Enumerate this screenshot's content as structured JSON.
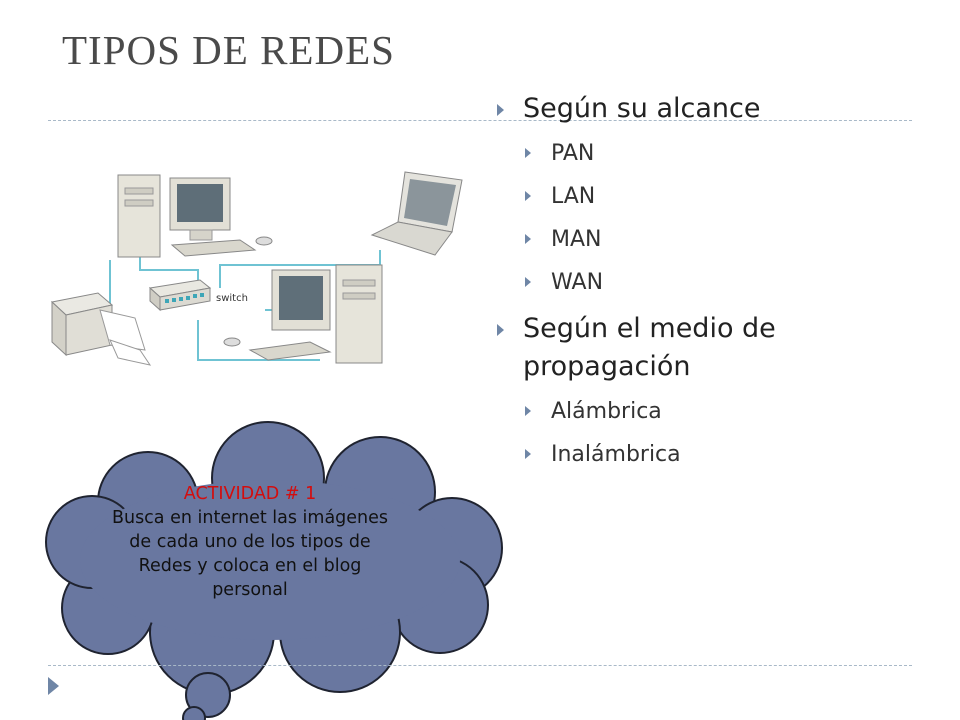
{
  "slide": {
    "title": "TIPOS DE REDES"
  },
  "bullets": [
    {
      "label": "Según su alcance",
      "items": [
        "PAN",
        "LAN",
        "MAN",
        "WAN"
      ]
    },
    {
      "label": "Según el medio de propagación",
      "items": [
        "Alámbrica",
        "Inalámbrica"
      ]
    }
  ],
  "network_diagram": {
    "switch_label": "switch"
  },
  "callout": {
    "heading": "ACTIVIDAD # 1",
    "body": "Busca en internet las imágenes de cada uno de los tipos de Redes y coloca en el blog personal"
  },
  "colors": {
    "accent": "#6f86a6",
    "cloud_fill": "#6977a0",
    "activity_heading": "#d40d0d",
    "network_cable": "#6fc3d3"
  }
}
